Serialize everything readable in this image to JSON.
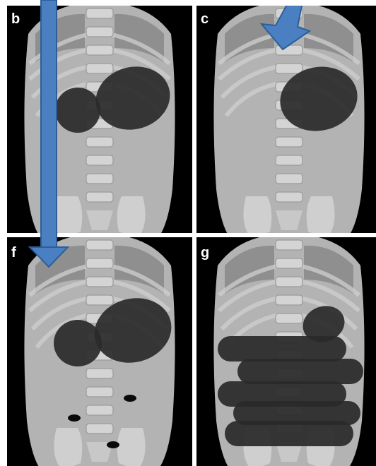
{
  "panels": [
    {
      "id": "b",
      "label": "b",
      "findings": "double-bubble-with-down-arrow"
    },
    {
      "id": "c",
      "label": "c",
      "findings": "single-bubble-with-arrow"
    },
    {
      "id": "f",
      "label": "f",
      "findings": "double-bubble-with-small-gas"
    },
    {
      "id": "g",
      "label": "g",
      "findings": "multiple-dilated-loops"
    }
  ],
  "colors": {
    "background": "#000000",
    "tissue": "#b3b3b3",
    "bone": "#cfcfcf",
    "gas": "#2a2a2a",
    "arrow": "#4a7fc1",
    "divider": "#ffffff"
  }
}
